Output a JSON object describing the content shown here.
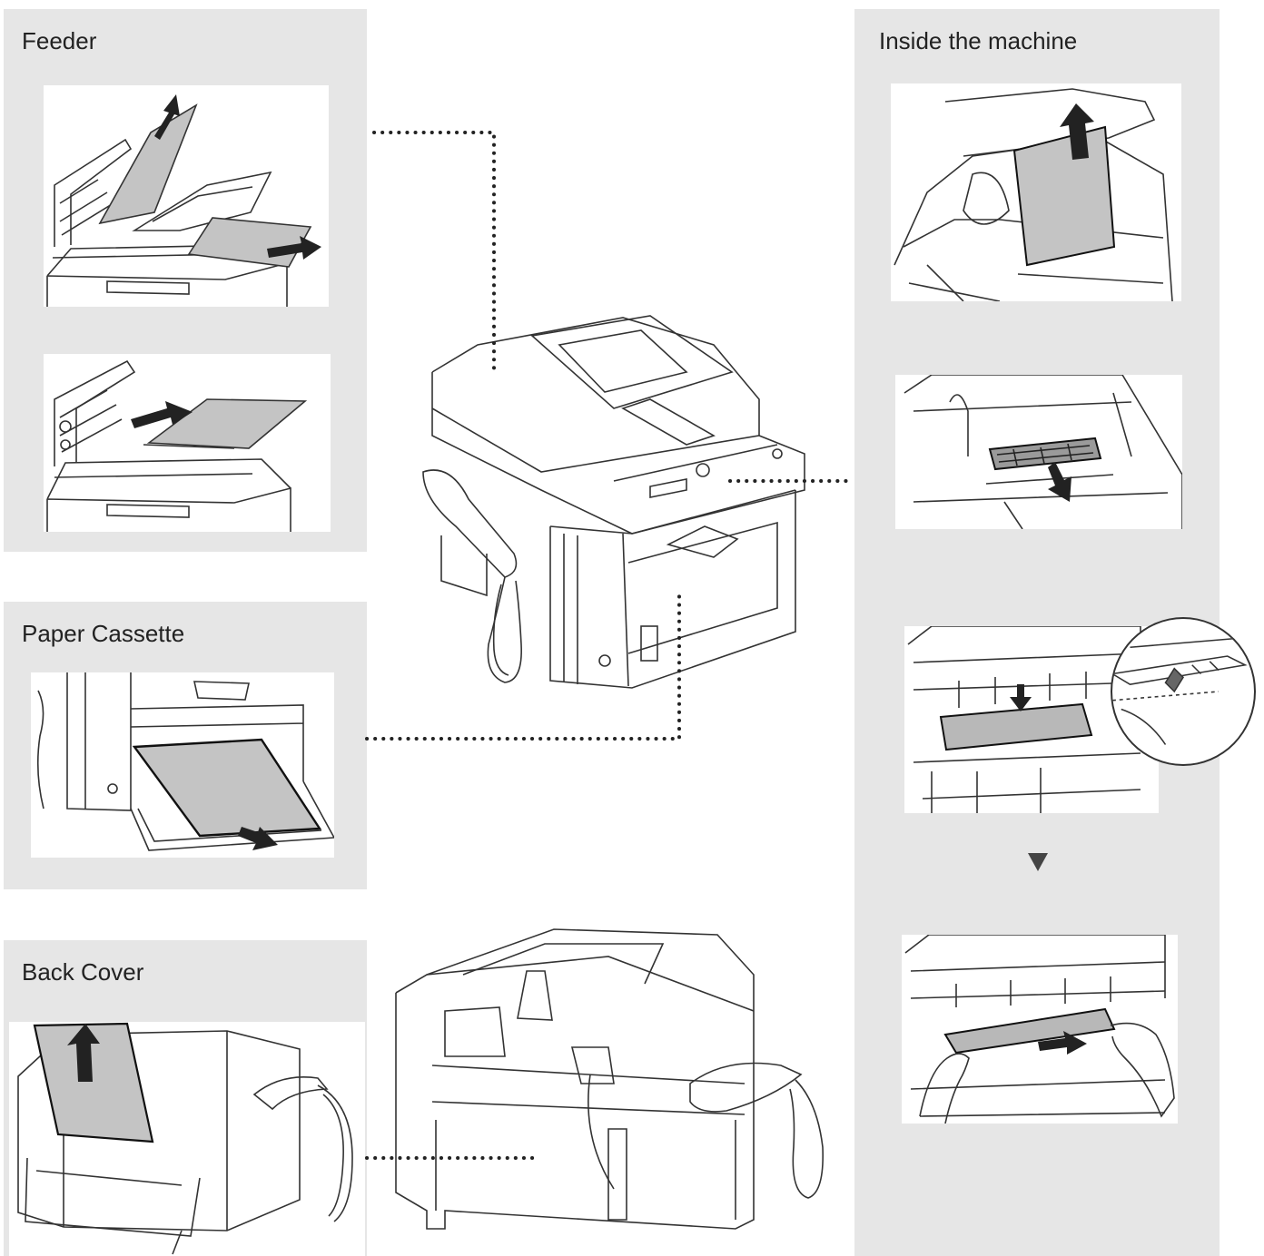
{
  "sections": {
    "feeder": {
      "title": "Feeder"
    },
    "paper_cassette": {
      "title": "Paper Cassette"
    },
    "back_cover": {
      "title": "Back Cover"
    },
    "inside": {
      "title": "Inside the machine"
    }
  },
  "colors": {
    "panel_bg": "#e6e6e6",
    "paper_fill": "#c4c4c4",
    "line": "#333333",
    "arrow": "#222222",
    "connector": "#222222"
  },
  "icons": {
    "step_arrow": "triangle-down-icon",
    "removal_arrow": "arrow-icon"
  }
}
